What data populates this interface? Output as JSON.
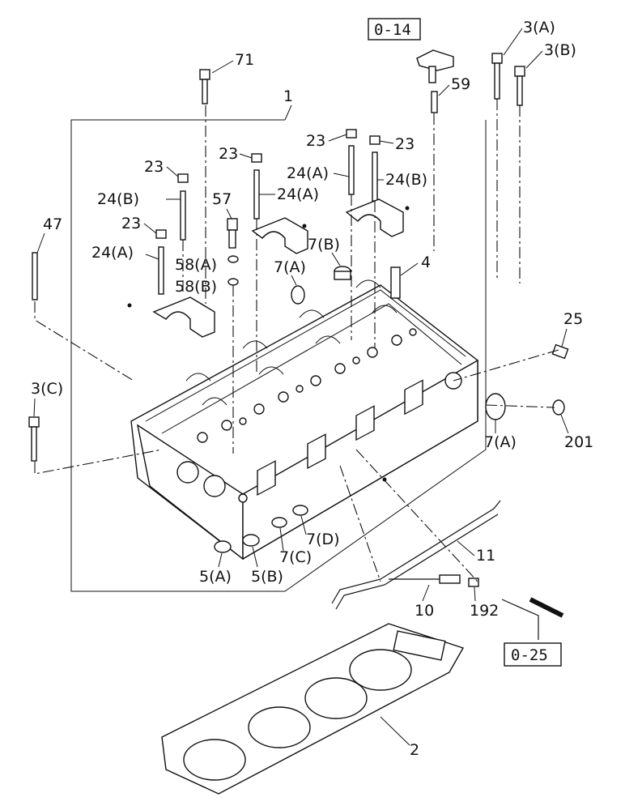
{
  "diagram": {
    "refs": {
      "top": "0-14",
      "bottom": "0-25"
    },
    "labels": {
      "l71": "71",
      "l1": "1",
      "l3a": "3(A)",
      "l3b": "3(B)",
      "l59": "59",
      "l23a": "23",
      "l23b": "23",
      "l23c": "23",
      "l23d": "23",
      "l23e": "23",
      "l24a1": "24(A)",
      "l24b1": "24(B)",
      "l24a2": "24(A)",
      "l24b2": "24(B)",
      "l24a3": "24(A)",
      "l57": "57",
      "l47": "47",
      "l58a": "58(A)",
      "l58b": "58(B)",
      "l7b": "7(B)",
      "l4": "4",
      "l7a1": "7(A)",
      "l25": "25",
      "l3c": "3(C)",
      "l7a2": "7(A)",
      "l201": "201",
      "l7d": "7(D)",
      "l7c": "7(C)",
      "l11": "11",
      "l5a": "5(A)",
      "l5b": "5(B)",
      "l10": "10",
      "l192": "192",
      "l2": "2"
    }
  }
}
